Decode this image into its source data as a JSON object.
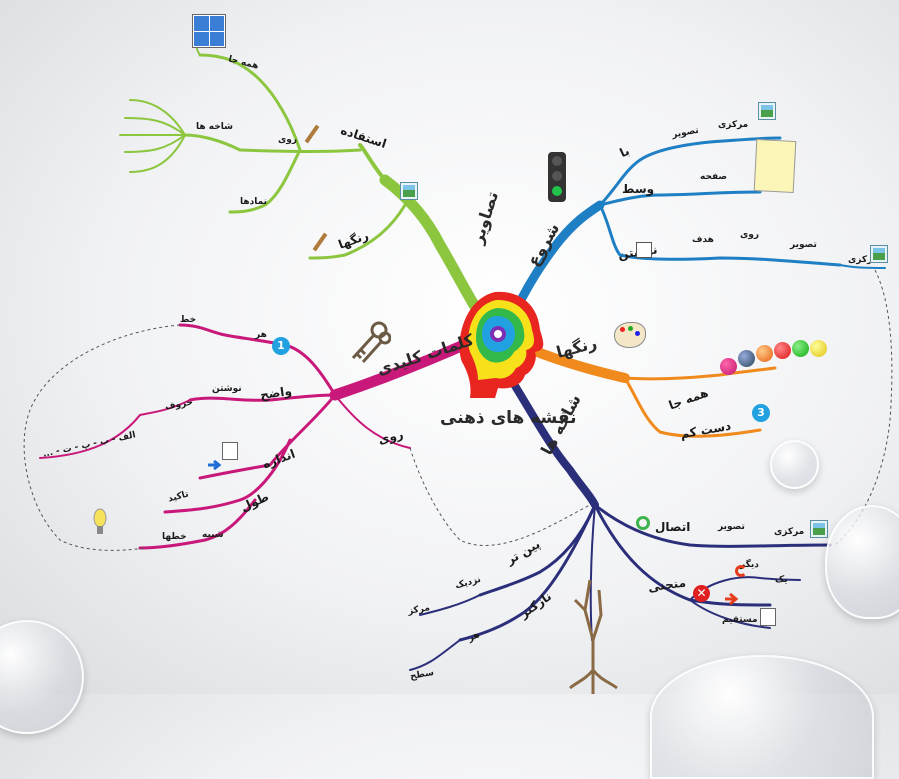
{
  "center": {
    "title": "نقشه های ذهنی"
  },
  "branches": {
    "images": {
      "label": "تصاویر",
      "color": "#8cc63f"
    },
    "start": {
      "label": "شروع",
      "color": "#1f7fc4"
    },
    "colors": {
      "label": "رنگها",
      "color": "#f08a1c"
    },
    "branches": {
      "label": "شاخه ها",
      "color": "#2b2f7a"
    },
    "keywords": {
      "label": "کلمات کلیدی",
      "color": "#c8197a"
    }
  },
  "images_sub": {
    "use": "استفاده",
    "everywhere": "همه جا",
    "on": "روی",
    "branches_small": "شاخه ها",
    "symbols": "نمادها",
    "colors": "رنگها"
  },
  "start_sub": {
    "with": "با",
    "image": "تصویر",
    "central": "مرکزی",
    "middle": "وسط",
    "page": "صفحه",
    "writing": "نوشتن",
    "goal": "هدف",
    "on": "روی",
    "image2": "تصویر",
    "central2": "مرکزی"
  },
  "colors_sub": {
    "everywhere": "همه جا",
    "handmade": "دست کم",
    "badge": "3"
  },
  "branches_sub": {
    "connect": "اتصال",
    "image": "تصویر",
    "central": "مرکزی",
    "curved": "منحنی",
    "other": "دیگر",
    "one": "یک",
    "straight": "مستقیم",
    "thicker": "پین تر",
    "near": "نزدیک",
    "center": "مرکز",
    "thinner": "نازکتر",
    "each": "هر",
    "level": "سطح"
  },
  "keywords_sub": {
    "badge": "1",
    "each": "هر",
    "line": "خط",
    "clear": "واضح",
    "write": "نوشتن",
    "letters": "حروف",
    "alphabet": "الف - ب - پ - ت - ...",
    "size": "اندازه",
    "emphasis": "تاکید",
    "style": "طول",
    "similar": "شبیه",
    "lines": "خطها",
    "on": "روی"
  }
}
